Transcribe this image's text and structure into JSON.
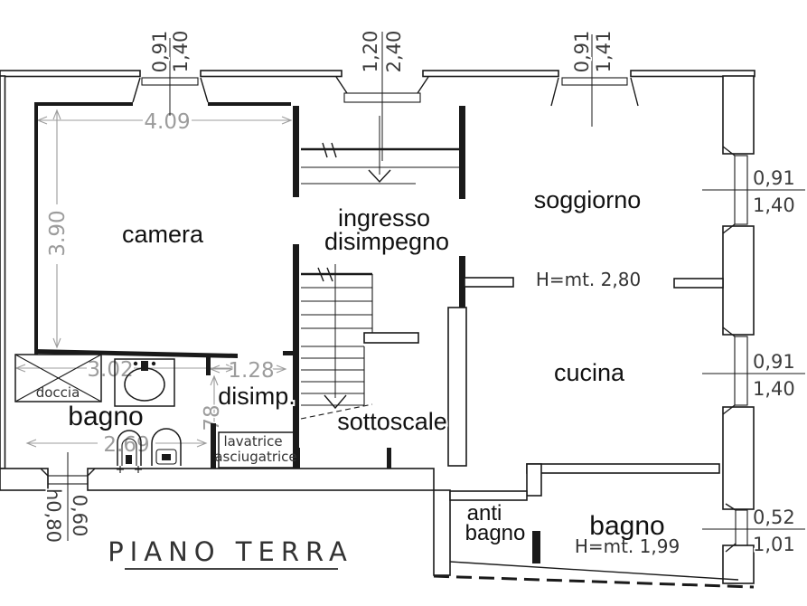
{
  "title": "PIANO TERRA",
  "rooms": {
    "camera": "camera",
    "ingresso_line1": "ingresso",
    "ingresso_line2": "disimpegno",
    "soggiorno": "soggiorno",
    "cucina": "cucina",
    "bagno": "bagno",
    "disimp": "disimp.",
    "sottoscale": "sottoscale",
    "antibagno_line1": "anti",
    "antibagno_line2": "bagno",
    "bagno_basso": "bagno"
  },
  "heights": {
    "soggiorno": "H=mt. 2,80",
    "bagno_basso": "H=mt. 1,99"
  },
  "fixtures": {
    "doccia": "doccia",
    "lavatrice": "lavatrice",
    "asciugatrice": "asciugatrice"
  },
  "dims": {
    "camera_width": "4.09",
    "camera_depth": "3.90",
    "bagno_top_width": "3.02",
    "disimp_width": "1.28",
    "bagno_width": "2.69",
    "disimp_depth": "78"
  },
  "windows": {
    "top_camera": {
      "w": "0,91",
      "h": "1,40"
    },
    "entrance_door": {
      "w": "1,20",
      "h": "2,40"
    },
    "top_soggiorno": {
      "w": "0,91",
      "h": "1,41"
    },
    "right_soggiorno": {
      "w": "0,91",
      "h": "1,40"
    },
    "right_cucina": {
      "w": "0,91",
      "h": "1,40"
    },
    "right_bagno": {
      "w": "0,52",
      "h": "1,01"
    },
    "bottom_bagno": {
      "h": "h0,80",
      "w": "0,60"
    }
  },
  "colors": {
    "wall": "#1a1a1a",
    "dimension": "#9c9c9c",
    "text": "#111111",
    "background": "#ffffff"
  }
}
